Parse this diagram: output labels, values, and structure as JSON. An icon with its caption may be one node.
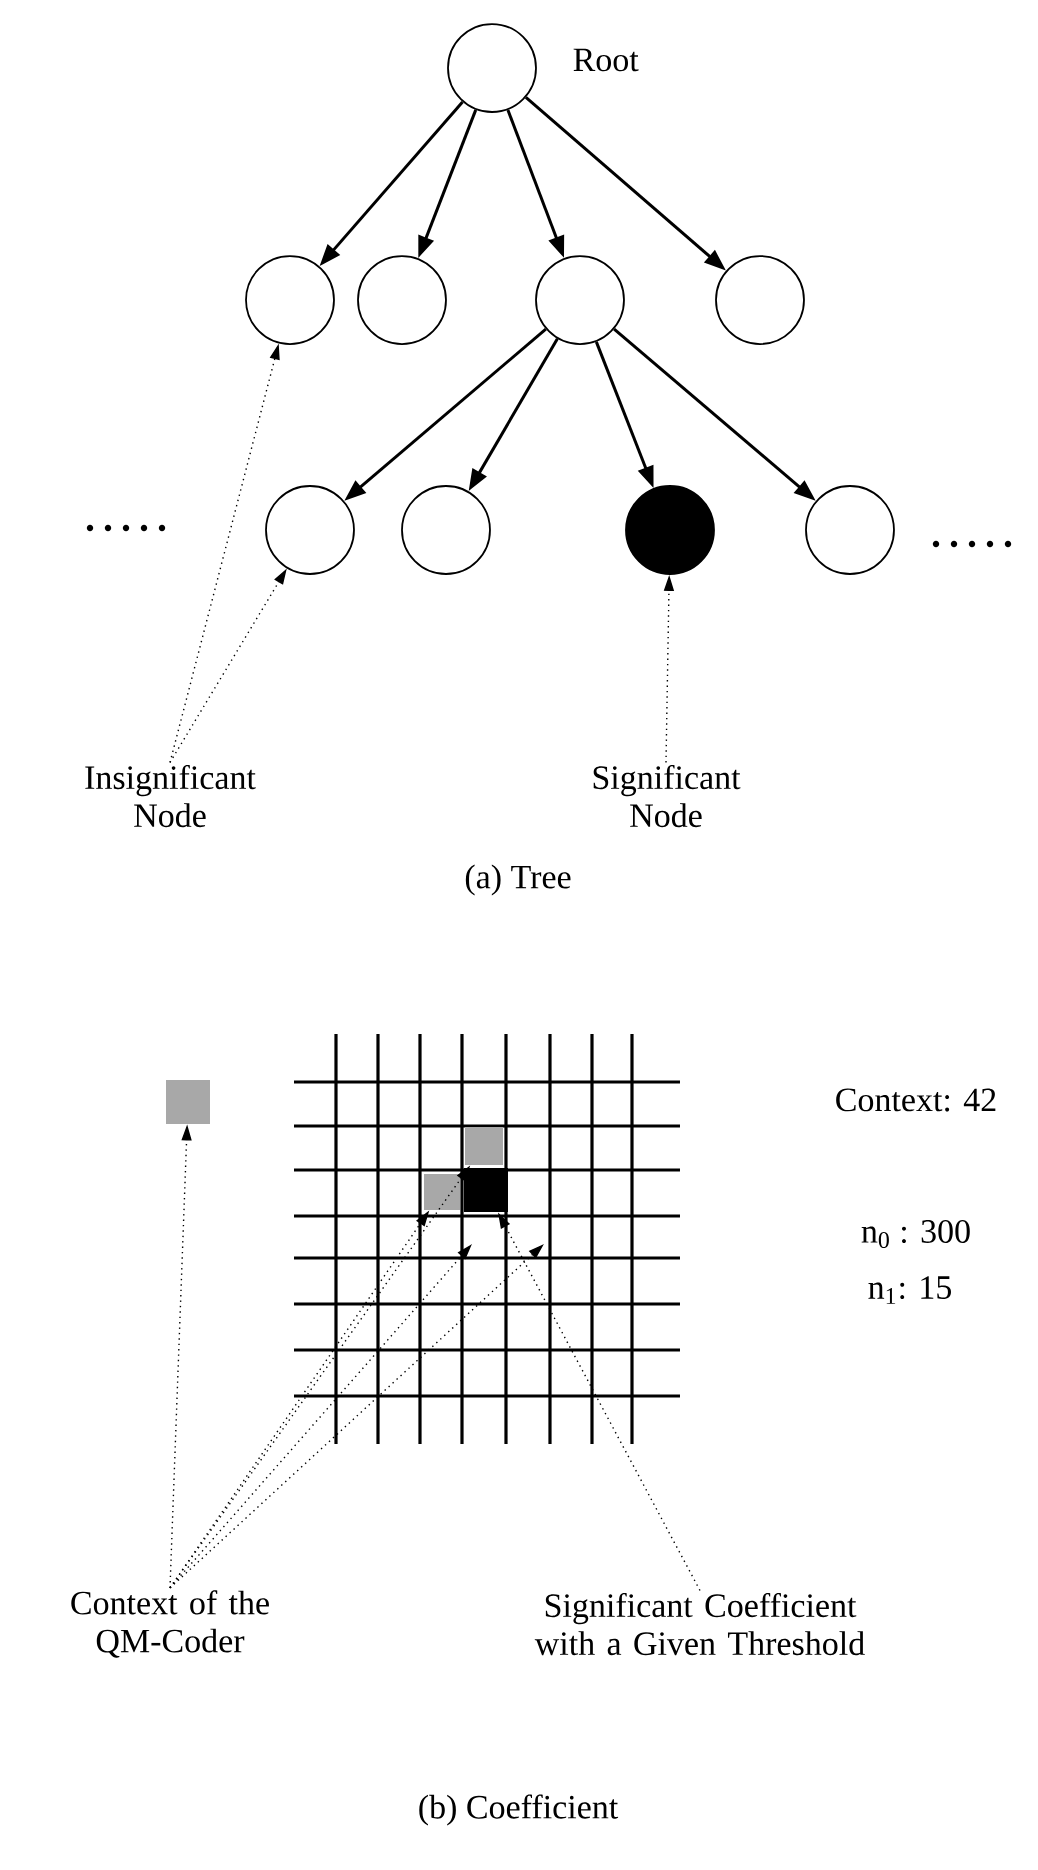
{
  "diagram": {
    "nodes": [
      {
        "text": [],
        "shape": "circle",
        "beside": [
          "Root"
        ]
      },
      {
        "text": [],
        "shape": "circle"
      },
      {
        "text": [],
        "shape": "circle"
      },
      {
        "text": [],
        "shape": "circle"
      },
      {
        "text": [],
        "shape": "circle"
      },
      {
        "text": [],
        "shape": "circle"
      },
      {
        "text": [],
        "shape": "circle"
      },
      {
        "text": [],
        "shape": "circle"
      },
      {
        "text": [],
        "shape": "circle"
      },
      {
        "text": [
          "Insignificant Node"
        ]
      },
      {
        "text": [
          "Significant Node"
        ]
      },
      {
        "text": [],
        "shape": "box"
      },
      {
        "text": [],
        "shape": "box"
      },
      {
        "text": [],
        "shape": "box"
      },
      {
        "text": [],
        "shape": "box"
      },
      {
        "text": [
          "Context of the QM-Coder"
        ]
      },
      {
        "text": [
          "Significant Coefficient with a Given Threshold"
        ]
      }
    ],
    "edges": [
      {
        "from": 0,
        "to": 1,
        "arrow": "to"
      },
      {
        "from": 0,
        "to": 2,
        "arrow": "to"
      },
      {
        "from": 0,
        "to": 3,
        "arrow": "to"
      },
      {
        "from": 0,
        "to": 4,
        "arrow": "to"
      },
      {
        "from": 3,
        "to": 5,
        "arrow": "to"
      },
      {
        "from": 3,
        "to": 6,
        "arrow": "to"
      },
      {
        "from": 3,
        "to": 7,
        "arrow": "to"
      },
      {
        "from": 3,
        "to": 8,
        "arrow": "to"
      },
      {
        "from": 9,
        "to": 1,
        "arrow": "to",
        "style": "dashed"
      },
      {
        "from": 9,
        "to": 5,
        "arrow": "to",
        "style": "dashed"
      },
      {
        "from": 10,
        "to": 7,
        "arrow": "to",
        "style": "dashed"
      },
      {
        "from": 15,
        "to": 11,
        "arrow": "to",
        "style": "dashed"
      },
      {
        "from": 15,
        "to": 13,
        "arrow": "to",
        "style": "dashed"
      },
      {
        "from": 15,
        "to": 12,
        "arrow": "to",
        "style": "dashed"
      },
      {
        "from": 15,
        "to": null,
        "arrow": "to",
        "style": "dashed"
      },
      {
        "from": 15,
        "to": null,
        "arrow": "to",
        "style": "dashed"
      },
      {
        "from": 16,
        "to": 14,
        "arrow": "to",
        "style": "dashed"
      }
    ],
    "labels": [
      "(a) Tree",
      "Context: 42",
      "n$_{0}$ : 300",
      "n$_{1}$: 15",
      "(b) Coefficient"
    ]
  }
}
